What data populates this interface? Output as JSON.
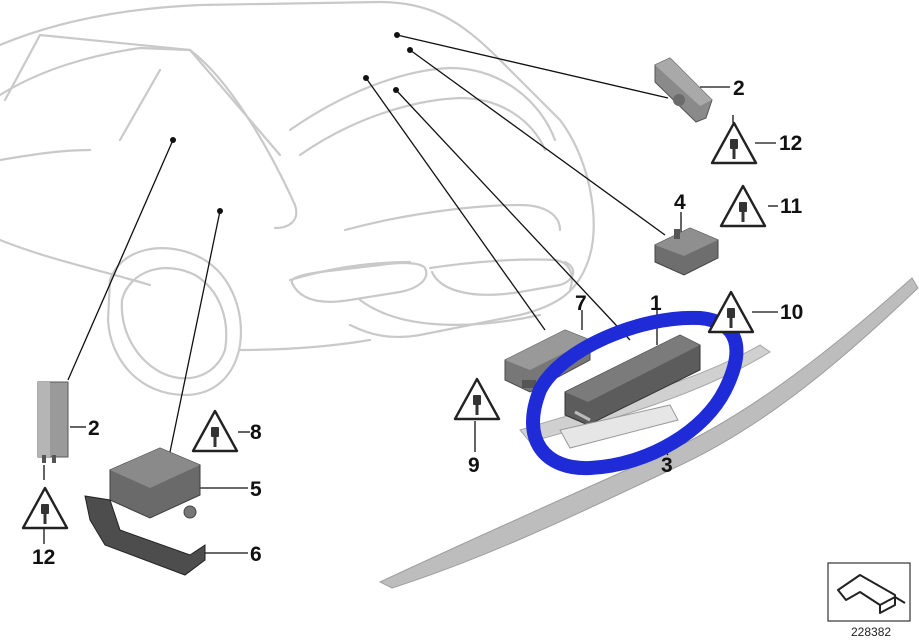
{
  "callouts": {
    "c1": "1",
    "c2_top": "2",
    "c2_left": "2",
    "c3": "3",
    "c4": "4",
    "c5": "5",
    "c6": "6",
    "c7": "7",
    "c8": "8",
    "c9": "9",
    "c10": "10",
    "c11": "11",
    "c12_top": "12",
    "c12_left": "12"
  },
  "reference": {
    "number": "228382"
  },
  "icons": {
    "warning": "warning-triangle-plug-icon",
    "reference": "arrow-reference-icon"
  },
  "colors": {
    "highlight_circle": "#1e2bd6",
    "car_outline": "#c9c9c9",
    "rail": "#b9b9b9"
  }
}
